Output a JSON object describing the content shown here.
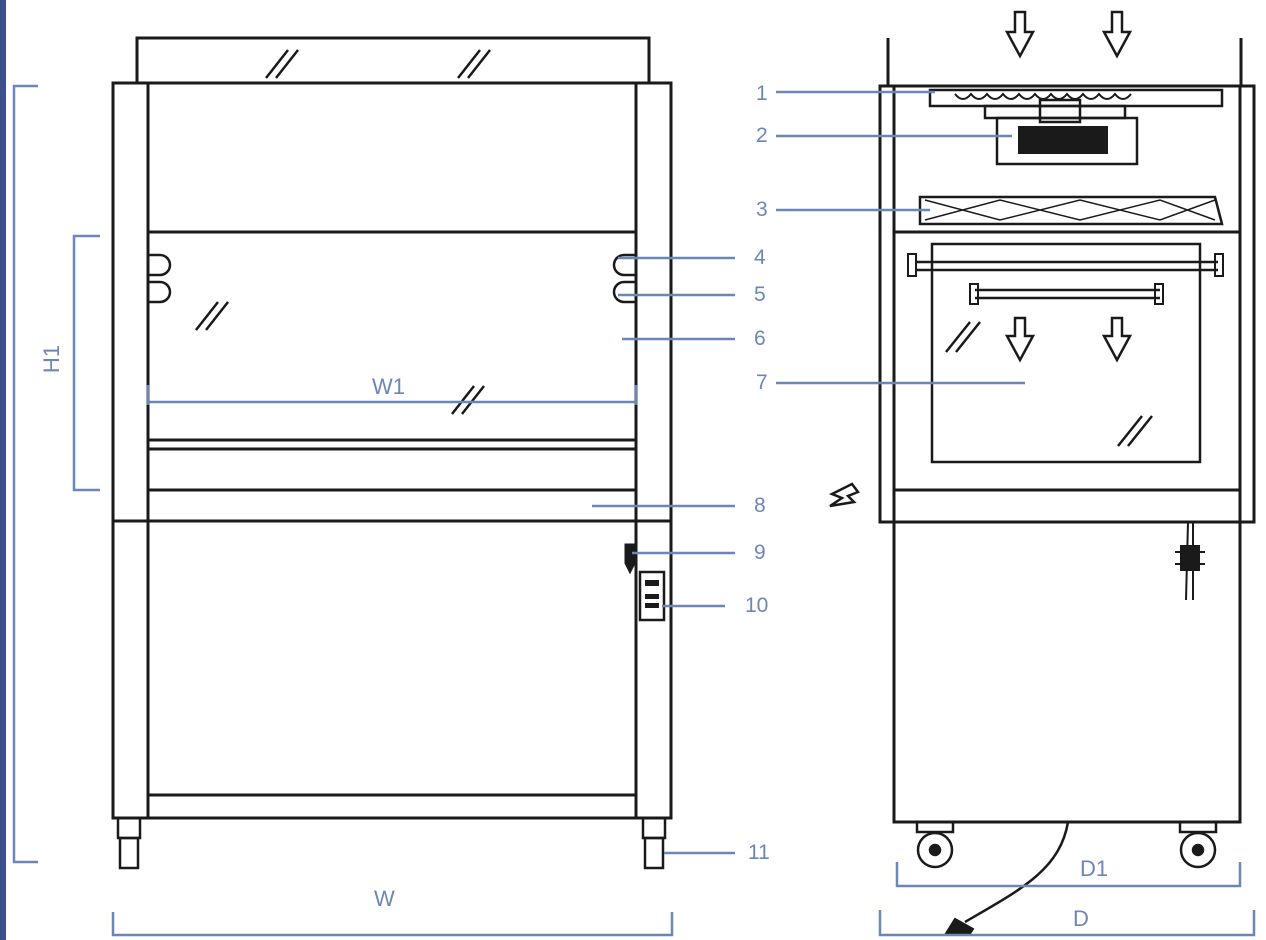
{
  "colors": {
    "line": "#1a1a1a",
    "dimension": "#6d86b8",
    "edge": "#3d4f8c"
  },
  "dimensions": {
    "h1": "H1",
    "w1": "W1",
    "w": "W",
    "d1": "D1",
    "d": "D"
  },
  "callouts": [
    "1",
    "2",
    "3",
    "4",
    "5",
    "6",
    "7",
    "8",
    "9",
    "10",
    "11"
  ]
}
